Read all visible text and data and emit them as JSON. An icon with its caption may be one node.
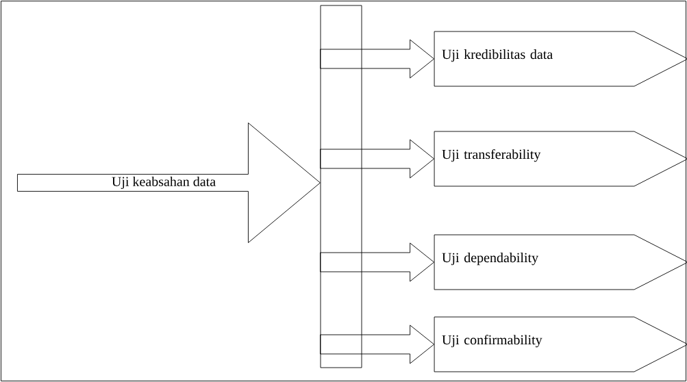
{
  "diagram": {
    "nodes": [
      {
        "text": [
          "Uji keabsahan data"
        ]
      },
      {
        "text": [],
        "shape": "bar"
      },
      {
        "text": [
          "Uji kredibilitas data"
        ]
      },
      {
        "text": [
          "Uji transferability"
        ]
      },
      {
        "text": [
          "Uji dependability"
        ]
      },
      {
        "text": [
          "Uji confirmability"
        ]
      }
    ],
    "edges": [
      {
        "from": 1,
        "to": 2,
        "arrow": "to"
      },
      {
        "from": 1,
        "to": 3,
        "arrow": "to"
      },
      {
        "from": 1,
        "to": 4,
        "arrow": "to"
      },
      {
        "from": 1,
        "to": 5,
        "arrow": "to"
      }
    ]
  }
}
